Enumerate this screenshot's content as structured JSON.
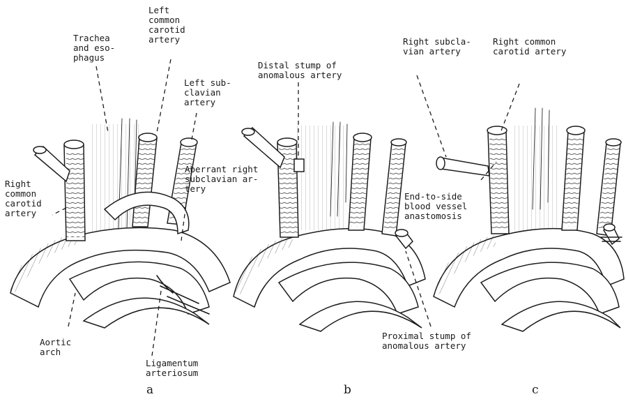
{
  "figure": {
    "panels": [
      {
        "letter": "a",
        "labels": {
          "trachea": "Trachea\nand eso-\nphagus",
          "left_common_carotid": "Left\ncommon\ncarotid\nartery",
          "left_subclavian": "Left sub-\nclavian\nartery",
          "aberrant_right_subclavian": "Aberrant right\nsubclavian ar-\ntery",
          "right_common_carotid": "Right\ncommon\ncarotid\nartery",
          "aortic_arch": "Aortic\narch",
          "ligamentum": "Ligamentum\narteriosum"
        }
      },
      {
        "letter": "b",
        "labels": {
          "distal_stump": "Distal stump of\nanomalous artery",
          "proximal_stump": "Proximal stump of\nanomalous artery"
        }
      },
      {
        "letter": "c",
        "labels": {
          "right_subclavian": "Right subcla-\nvian artery",
          "right_common_carotid": "Right common\ncarotid artery",
          "anastomosis": "End-to-side\nblood vessel\nanastomosis"
        }
      }
    ]
  }
}
